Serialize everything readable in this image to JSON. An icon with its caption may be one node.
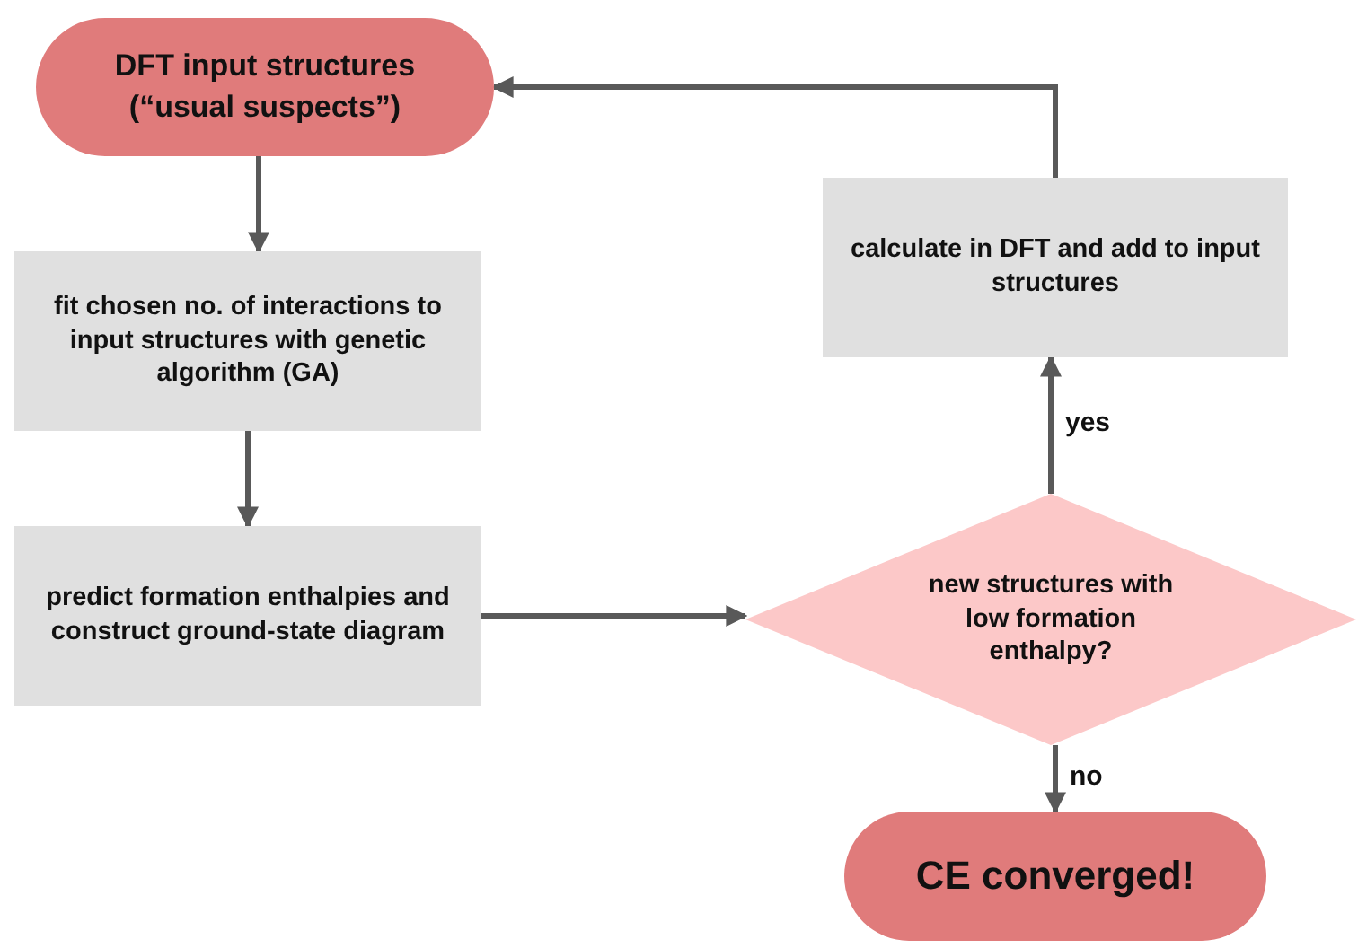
{
  "diagram": {
    "nodes": [
      {
        "text": [
          "DFT input structures (“usual suspects”)"
        ]
      },
      {
        "text": [
          "fit chosen no. of interactions to input structures with genetic algorithm (GA)"
        ]
      },
      {
        "text": [
          "predict formation enthalpies and construct ground-state diagram"
        ]
      },
      {
        "text": [
          "new structures with low formation enthalpy?"
        ]
      },
      {
        "text": [
          "calculate in DFT and add to input structures"
        ]
      },
      {
        "text": [
          "CE converged!"
        ]
      }
    ],
    "edges": [
      {
        "from": 0,
        "to": 1,
        "arrow": "to"
      },
      {
        "from": 1,
        "to": 2,
        "arrow": "to"
      },
      {
        "from": 2,
        "to": 3,
        "arrow": "to"
      },
      {
        "from": 3,
        "to": 4,
        "arrow": "to",
        "label": "yes"
      },
      {
        "from": 4,
        "to": 0,
        "arrow": "to"
      },
      {
        "from": 3,
        "to": 5,
        "arrow": "to",
        "label": "no"
      }
    ]
  }
}
